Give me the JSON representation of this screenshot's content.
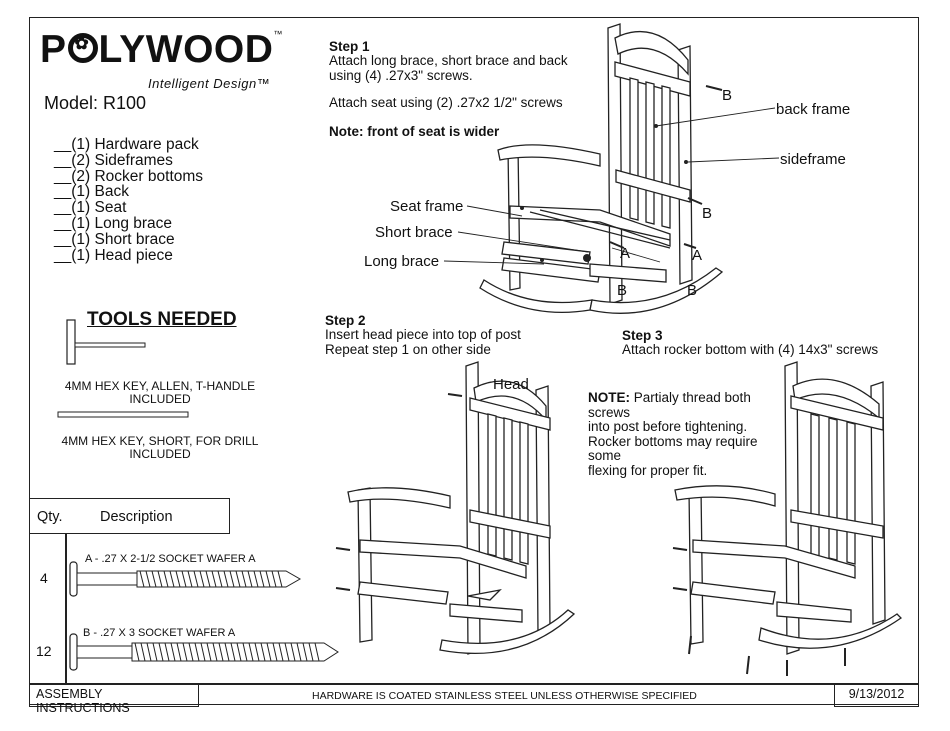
{
  "brand": {
    "name_pre": "P",
    "name_post": "LYWOOD",
    "tm": "™",
    "tagline": "Intelligent Design™"
  },
  "model": "Model: R100",
  "parts": [
    "__(1) Hardware pack",
    "__(2) Sideframes",
    "__(2) Rocker bottoms",
    "__(1) Back",
    "__(1) Seat",
    "__(1) Long brace",
    "__(1) Short brace",
    "__(1) Head piece"
  ],
  "tools": {
    "heading": "TOOLS NEEDED",
    "tool1_line1": "4MM HEX KEY, ALLEN, T-HANDLE",
    "tool1_line2": "INCLUDED",
    "tool2_line1": "4MM HEX KEY, SHORT, FOR DRILL",
    "tool2_line2": "INCLUDED"
  },
  "hardware_table": {
    "qty_header": "Qty.",
    "desc_header": "Description",
    "rows": [
      {
        "qty": "4",
        "desc": "A - .27 X 2-1/2 SOCKET WAFER A"
      },
      {
        "qty": "12",
        "desc": "B - .27 X 3 SOCKET WAFER A"
      }
    ]
  },
  "step1": {
    "title": "Step 1",
    "line1": "Attach long brace, short brace and back",
    "line2": "using (4) .27x3\" screws.",
    "line3": "Attach seat using (2) .27x2 1/2\" screws",
    "note": "Note: front of seat is wider"
  },
  "step2": {
    "title": "Step 2",
    "line1": "Insert head piece into top of post",
    "line2": "Repeat step 1 on other side"
  },
  "step3": {
    "title": "Step 3",
    "line1": "Attach rocker bottom with (4) 14x3\" screws",
    "note_label": "NOTE:",
    "note_l1": " Partialy thread both",
    "note_l2": "screws",
    "note_l3": "into post before tightening.",
    "note_l4": "Rocker bottoms may require",
    "note_l5": "some",
    "note_l6": "flexing for proper fit."
  },
  "labels": {
    "back_frame": "back frame",
    "sideframe": "sideframe",
    "seat_frame": "Seat frame",
    "short_brace": "Short brace",
    "long_brace": "Long brace",
    "head": "Head",
    "b": "B",
    "a": "A"
  },
  "footer": {
    "left": "ASSEMBLY INSTRUCTIONS",
    "center": "HARDWARE IS COATED STAINLESS STEEL UNLESS OTHERWISE SPECIFIED",
    "date": "9/13/2012"
  }
}
